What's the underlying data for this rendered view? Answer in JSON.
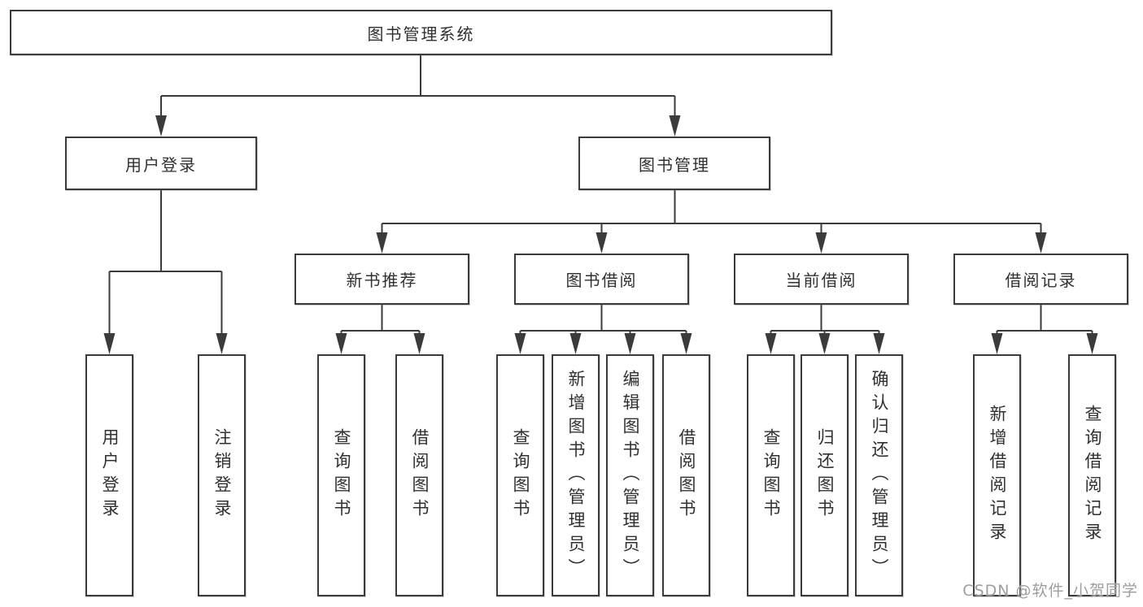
{
  "colors": {
    "line": "#3b3b3b",
    "text": "#303030",
    "watermark": "#9e9e9e",
    "background": "#ffffff"
  },
  "diagram": {
    "title": "图书管理系统",
    "root": {
      "label": "图书管理系统"
    },
    "level2": [
      {
        "label": "用户登录"
      },
      {
        "label": "图书管理"
      }
    ],
    "level3": [
      {
        "label": "新书推荐",
        "parent": "图书管理"
      },
      {
        "label": "图书借阅",
        "parent": "图书管理"
      },
      {
        "label": "当前借阅",
        "parent": "图书管理"
      },
      {
        "label": "借阅记录",
        "parent": "图书管理"
      }
    ],
    "leaves": [
      {
        "label": "用户登录",
        "parent": "用户登录"
      },
      {
        "label": "注销登录",
        "parent": "用户登录"
      },
      {
        "label": "查询图书",
        "parent": "新书推荐"
      },
      {
        "label": "借阅图书",
        "parent": "新书推荐"
      },
      {
        "label": "查询图书",
        "parent": "图书借阅"
      },
      {
        "label": "新增图书（管理员）",
        "parent": "图书借阅"
      },
      {
        "label": "编辑图书（管理员）",
        "parent": "图书借阅"
      },
      {
        "label": "借阅图书",
        "parent": "图书借阅"
      },
      {
        "label": "查询图书",
        "parent": "当前借阅"
      },
      {
        "label": "归还图书",
        "parent": "当前借阅"
      },
      {
        "label": "确认归还（管理员）",
        "parent": "当前借阅"
      },
      {
        "label": "新增借阅记录",
        "parent": "借阅记录"
      },
      {
        "label": "查询借阅记录",
        "parent": "借阅记录"
      }
    ]
  },
  "watermark": {
    "text": "CSDN @软件_小贺同学"
  }
}
